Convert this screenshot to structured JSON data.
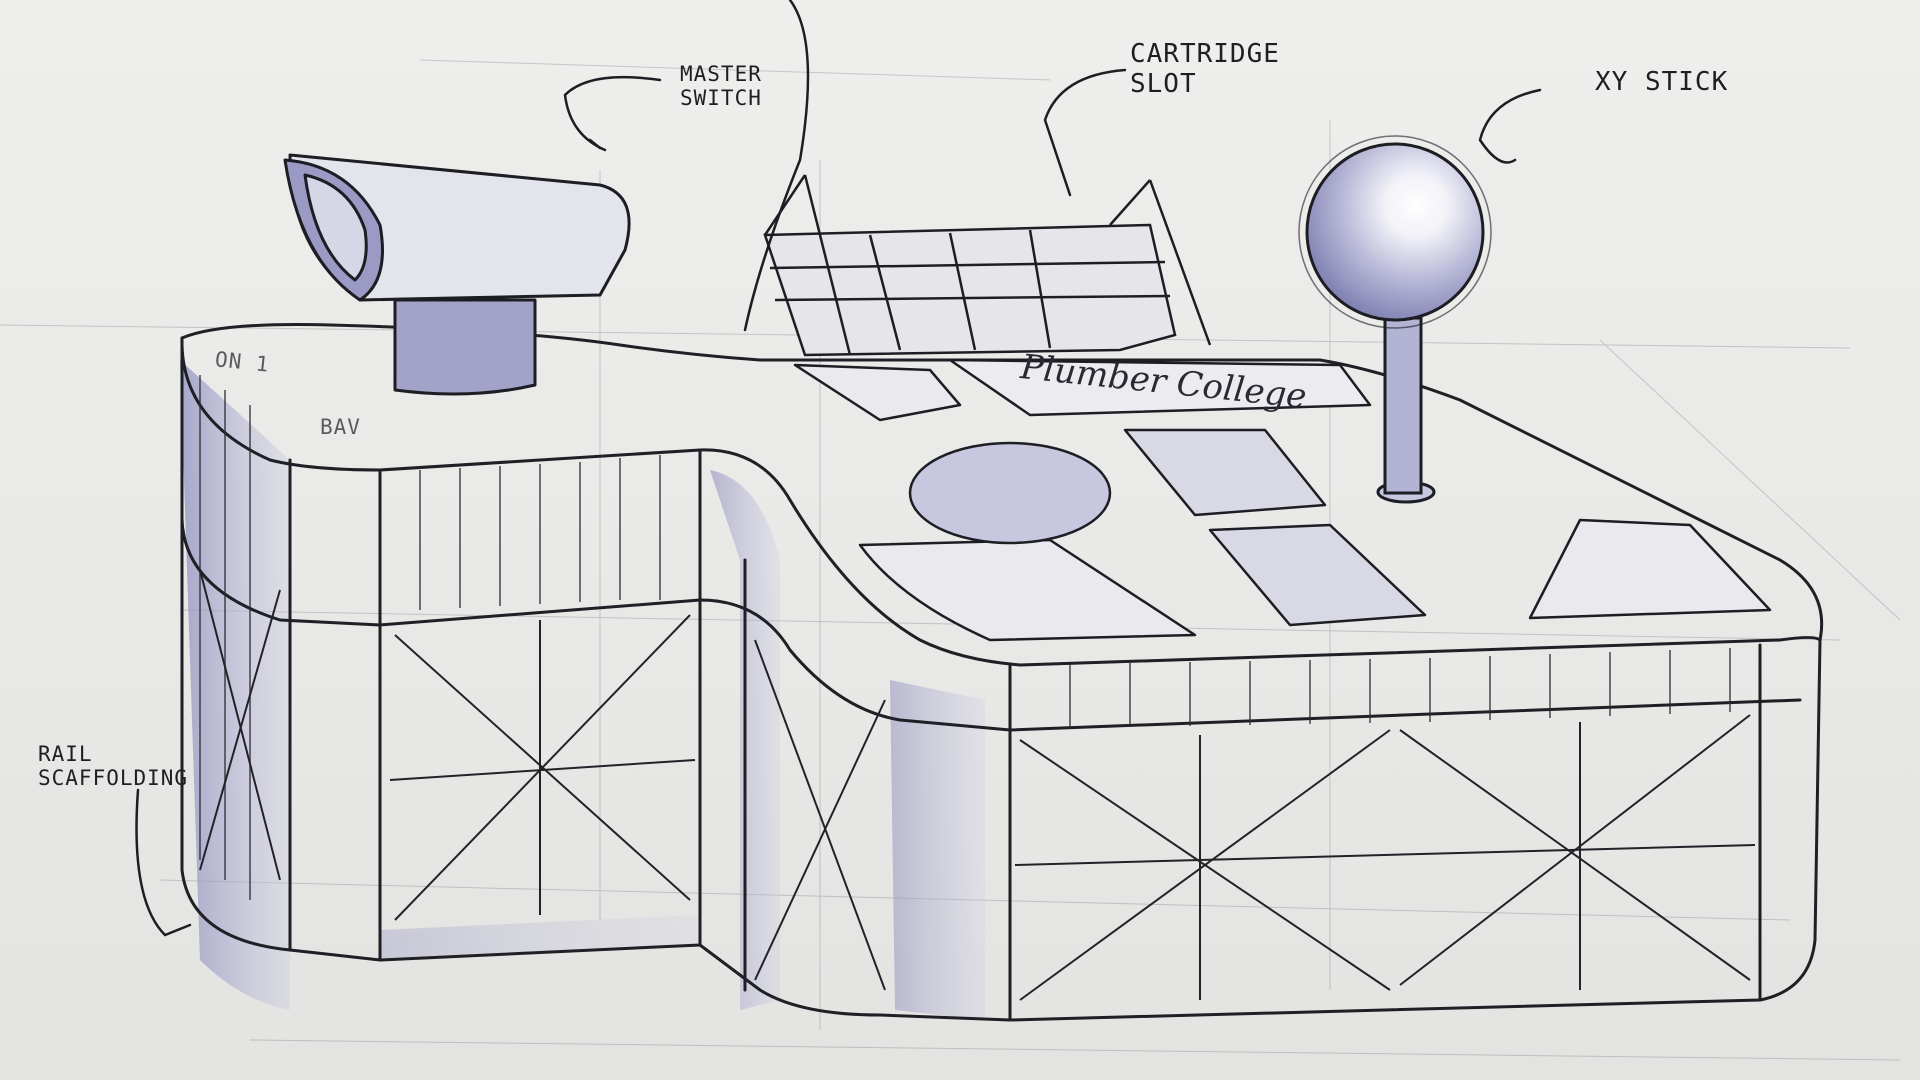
{
  "sheet": {
    "annotations": {
      "master_switch": "MASTER\nSWITCH",
      "cartridge_slot": "CARTRIDGE\nSLOT",
      "xy_stick": "XY STICK",
      "rail_scaffolding": "RAIL\nSCAFFOLDING"
    },
    "console": {
      "nameplate": "Plumber College",
      "top_marks": "ON 1",
      "side_marks": "BAV"
    }
  },
  "colors": {
    "paper": "#ebebe9",
    "ink": "#1e1e24",
    "marker_blue": "#9a9ac4",
    "marker_blue_light": "#c7c7e0"
  }
}
